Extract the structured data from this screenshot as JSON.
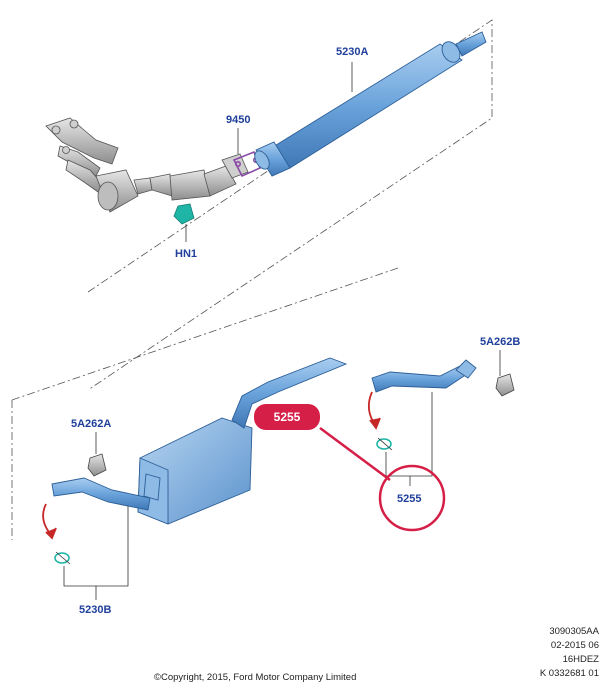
{
  "labels": {
    "p5230A": "5230A",
    "p9450": "9450",
    "hn1": "HN1",
    "p5A262B": "5A262B",
    "p5A262A": "5A262A",
    "p5255": "5255",
    "p5230B": "5230B"
  },
  "callout": {
    "text": "5255"
  },
  "meta": {
    "line1": "3090305AA",
    "line2": "02-2015 06",
    "line3": "16HDEZ",
    "line4": "K 0332681 01"
  },
  "copyright": "©Copyright, 2015, Ford Motor Company Limited",
  "colors": {
    "pipe": "#6aa3db",
    "pipe_dark": "#3f78b6",
    "callout": "#d51f47",
    "label": "#1f3f9a",
    "hanger": "#1fb5a6"
  }
}
